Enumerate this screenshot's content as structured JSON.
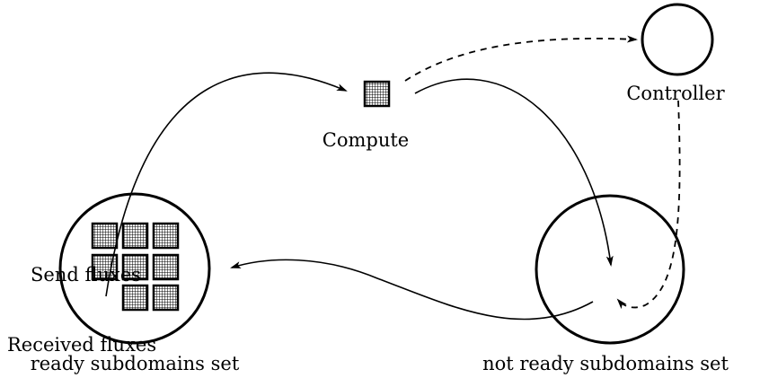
{
  "diagram": {
    "labels": {
      "compute": "Compute",
      "controller": "Controller",
      "send_fluxes": "Send fluxes",
      "received_fluxes": "Received fluxes",
      "ready_set": "ready subdomains set",
      "not_ready_set": "not ready subdomains set"
    },
    "colors": {
      "stroke": "#000000",
      "background": "#ffffff",
      "subdomain_fill": "#ffffff"
    },
    "icons": {
      "subdomain_block": "grid-square-icon",
      "controller_node": "circle-node-icon"
    },
    "arrow_styles": {
      "data_flow": "solid",
      "control_flow": "dashed"
    }
  }
}
